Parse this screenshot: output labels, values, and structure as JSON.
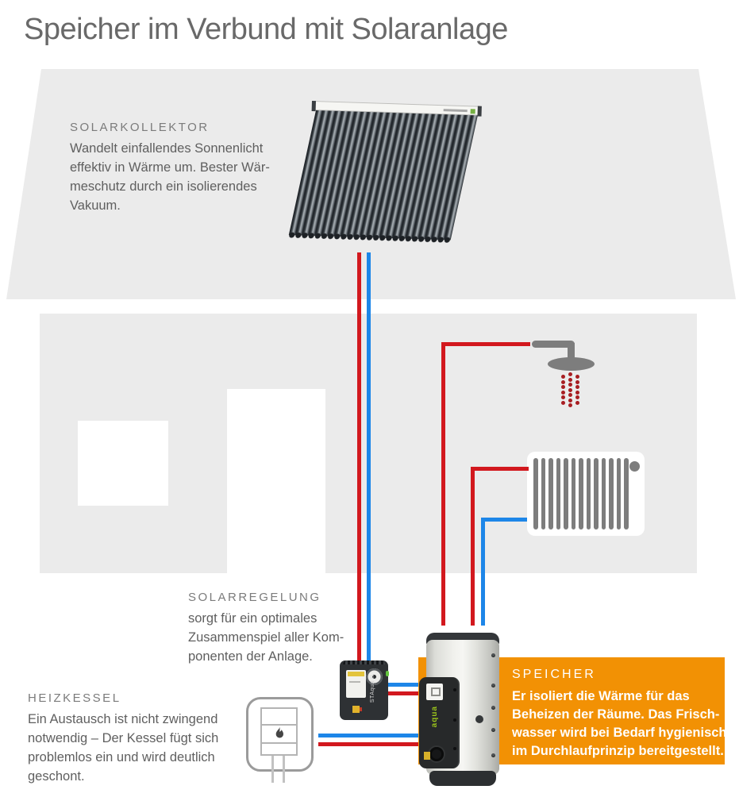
{
  "title": "Speicher im Verbund mit Solaranlage",
  "palette": {
    "building_gray": "#ebebeb",
    "pipe_red": "#d2181e",
    "pipe_blue": "#1d86e8",
    "accent_orange": "#f29104",
    "icon_gray": "#7d7d7d",
    "heading_gray": "#7b7b7b",
    "body_gray": "#5f5f5f",
    "drop_red": "#a81e22"
  },
  "sections": {
    "solarkollektor": {
      "heading": "SOLARKOLLEKTOR",
      "lines": [
        "Wandelt einfallendes Sonnenlicht",
        "effektiv in Wärme um. Bester Wär-",
        "meschutz durch ein isolierendes",
        "Vakuum."
      ]
    },
    "solarregelung": {
      "heading": "SOLARREGELUNG",
      "lines": [
        "sorgt für ein optimales",
        "Zusammenspiel aller Kom-",
        "ponenten der Anlage."
      ]
    },
    "heizkessel": {
      "heading": "HEIZKESSEL",
      "lines": [
        "Ein Austausch ist nicht zwingend",
        "notwendig – Der Kessel fügt sich",
        "problemlos ein und wird deutlich",
        "geschont."
      ]
    },
    "speicher": {
      "heading": "SPEICHER",
      "lines": [
        "Er isoliert die Wärme für das",
        "Beheizen der Räume. Das Frisch-",
        "wasser wird bei Bedarf hygienisch",
        "im Durchlaufprinzip bereitgestellt."
      ]
    }
  },
  "devices": {
    "controller_label": "STAqua II",
    "tank_module_label": "aqua"
  },
  "figures": {
    "collector_tubes": 25,
    "radiator_bars": 13,
    "shower_drop_columns": 3,
    "shower_drop_rows": 7
  }
}
